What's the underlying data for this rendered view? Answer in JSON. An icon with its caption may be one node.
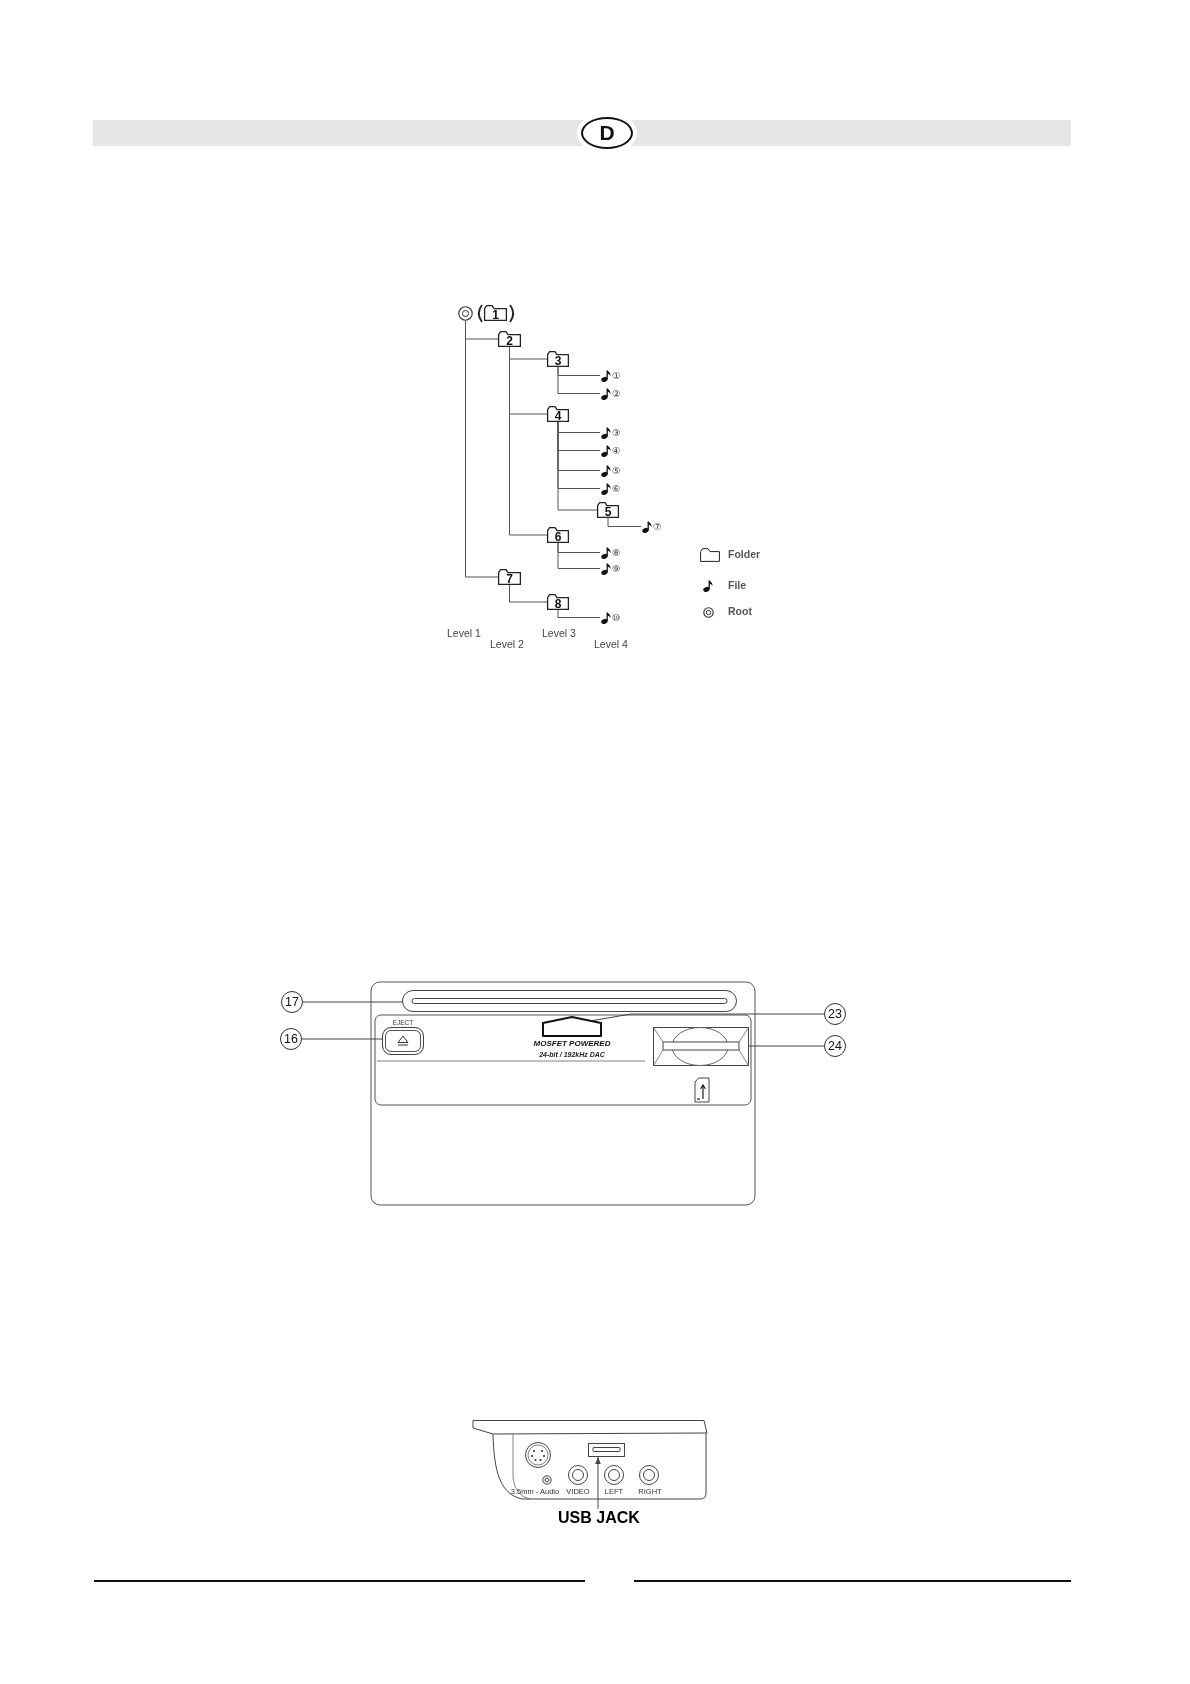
{
  "diagram": {
    "nodes": [
      {
        "text": [
          "D"
        ]
      },
      {
        "text": [],
        "shape": "circle"
      },
      {
        "text": [
          "1"
        ]
      },
      {
        "text": [
          "2"
        ]
      },
      {
        "text": [
          "3"
        ]
      },
      {
        "text": [
          "①"
        ]
      },
      {
        "text": [
          "②"
        ]
      },
      {
        "text": [
          "4"
        ]
      },
      {
        "text": [
          "③"
        ]
      },
      {
        "text": [
          "④"
        ]
      },
      {
        "text": [
          "⑤"
        ]
      },
      {
        "text": [
          "⑥"
        ]
      },
      {
        "text": [
          "5"
        ]
      },
      {
        "text": [
          "⑦"
        ]
      },
      {
        "text": [
          "6"
        ]
      },
      {
        "text": [
          "⑧"
        ]
      },
      {
        "text": [
          "⑨"
        ]
      },
      {
        "text": [
          "7"
        ]
      },
      {
        "text": [
          "8"
        ]
      },
      {
        "text": [
          "⑩"
        ]
      },
      {
        "text": [
          "17"
        ]
      },
      {
        "text": [],
        "shape": "bar"
      },
      {
        "text": [],
        "shape": "pentagon",
        "beside": [
          "MOSFET POWERED",
          "24-bit / 192kHz DAC"
        ]
      },
      {
        "text": [
          "23"
        ]
      },
      {
        "text": [
          "16"
        ]
      },
      {
        "text": [
          "EJECT"
        ]
      },
      {
        "text": [],
        "shape": "box"
      },
      {
        "text": [
          "24"
        ]
      },
      {
        "text": [],
        "shape": "box"
      },
      {
        "text": [
          "USB JACK"
        ]
      }
    ],
    "edges": [
      {
        "from": 1,
        "to": 3,
        "arrow": "none"
      },
      {
        "from": 1,
        "to": 17,
        "arrow": "none"
      },
      {
        "from": 3,
        "to": 4,
        "arrow": "none"
      },
      {
        "from": 3,
        "to": 7,
        "arrow": "none"
      },
      {
        "from": 3,
        "to": 14,
        "arrow": "none"
      },
      {
        "from": 4,
        "to": 5,
        "arrow": "none"
      },
      {
        "from": 4,
        "to": 6,
        "arrow": "none"
      },
      {
        "from": 7,
        "to": 8,
        "arrow": "none"
      },
      {
        "from": 7,
        "to": 9,
        "arrow": "none"
      },
      {
        "from": 7,
        "to": 10,
        "arrow": "none"
      },
      {
        "from": 7,
        "to": 11,
        "arrow": "none"
      },
      {
        "from": 7,
        "to": 12,
        "arrow": "none"
      },
      {
        "from": 12,
        "to": 13,
        "arrow": "none"
      },
      {
        "from": 14,
        "to": 15,
        "arrow": "none"
      },
      {
        "from": 14,
        "to": 16,
        "arrow": "none"
      },
      {
        "from": 17,
        "to": 18,
        "arrow": "none"
      },
      {
        "from": 18,
        "to": 19,
        "arrow": "none"
      },
      {
        "from": 20,
        "to": 21,
        "arrow": "none"
      },
      {
        "from": 23,
        "to": 22,
        "arrow": "none"
      },
      {
        "from": 24,
        "to": 25,
        "arrow": "none"
      },
      {
        "from": 27,
        "to": 26,
        "arrow": "none"
      },
      {
        "from": 29,
        "to": 28,
        "arrow": "to"
      }
    ],
    "labels": [
      "Level 1",
      "Level 2",
      "Level 3",
      "Level 4",
      "3.5mm - Audio",
      "VIDEO",
      "LEFT",
      "RIGHT"
    ],
    "legend": [
      {
        "text": "Folder"
      },
      {
        "text": "File"
      },
      {
        "text": "Root"
      }
    ]
  }
}
